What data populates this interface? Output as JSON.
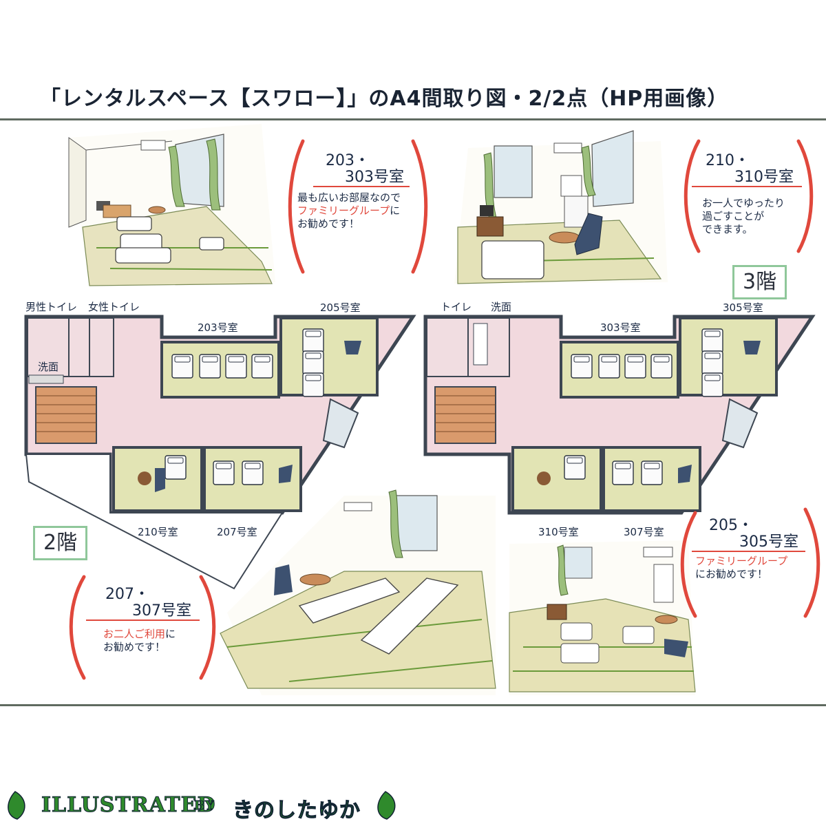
{
  "title": "「レンタルスペース【スワロー】」のA4間取り図・2/2点（HP用画像）",
  "rooms": {
    "r203": {
      "number_line1": "203・",
      "number_line2": "303号室",
      "desc_line1": "最も広いお部屋なので",
      "desc_line2_red": "ファミリーグループ",
      "desc_line2_tail": "に",
      "desc_line3": "お勧めです！"
    },
    "r210": {
      "number_line1": "210・",
      "number_line2": "310号室",
      "desc_line1": "お一人でゆったり",
      "desc_line2": "過ごすことが",
      "desc_line3": "できます。"
    },
    "r205": {
      "number_line1": "205・",
      "number_line2": "305号室",
      "desc_line1_red": "ファミリーグループ",
      "desc_line2": "にお勧めです！"
    },
    "r207": {
      "number_line1": "207・",
      "number_line2": "307号室",
      "desc_line1_red": "お二人ご利用",
      "desc_line1_tail": "に",
      "desc_line2": "お勧めです！"
    }
  },
  "floor2": {
    "badge": "2階",
    "labels": {
      "mens_toilet": "男性トイレ",
      "womens_toilet": "女性トイレ",
      "washroom": "洗面",
      "room203": "203号室",
      "room205": "205号室",
      "room210": "210号室",
      "room207": "207号室"
    }
  },
  "floor3": {
    "badge": "3階",
    "labels": {
      "toilet": "トイレ",
      "washroom": "洗面",
      "room303": "303号室",
      "room305": "305号室",
      "room310": "310号室",
      "room307": "307号室"
    }
  },
  "credit": {
    "text1": "ILLUSTRATED",
    "by": "BY",
    "author": "きのしたゆか"
  },
  "colors": {
    "corridor": "#eed8dc",
    "tatami": "#dfe3b6",
    "wall": "#3d4652",
    "stairs": "#d99a6c",
    "accent_red": "#e0483c",
    "badge_border": "#8fc79a",
    "credit_green": "#2f8a2c"
  },
  "icons": [
    "leaf-icon",
    "futon-icon",
    "zaisu-chair-icon",
    "stairs-icon"
  ]
}
